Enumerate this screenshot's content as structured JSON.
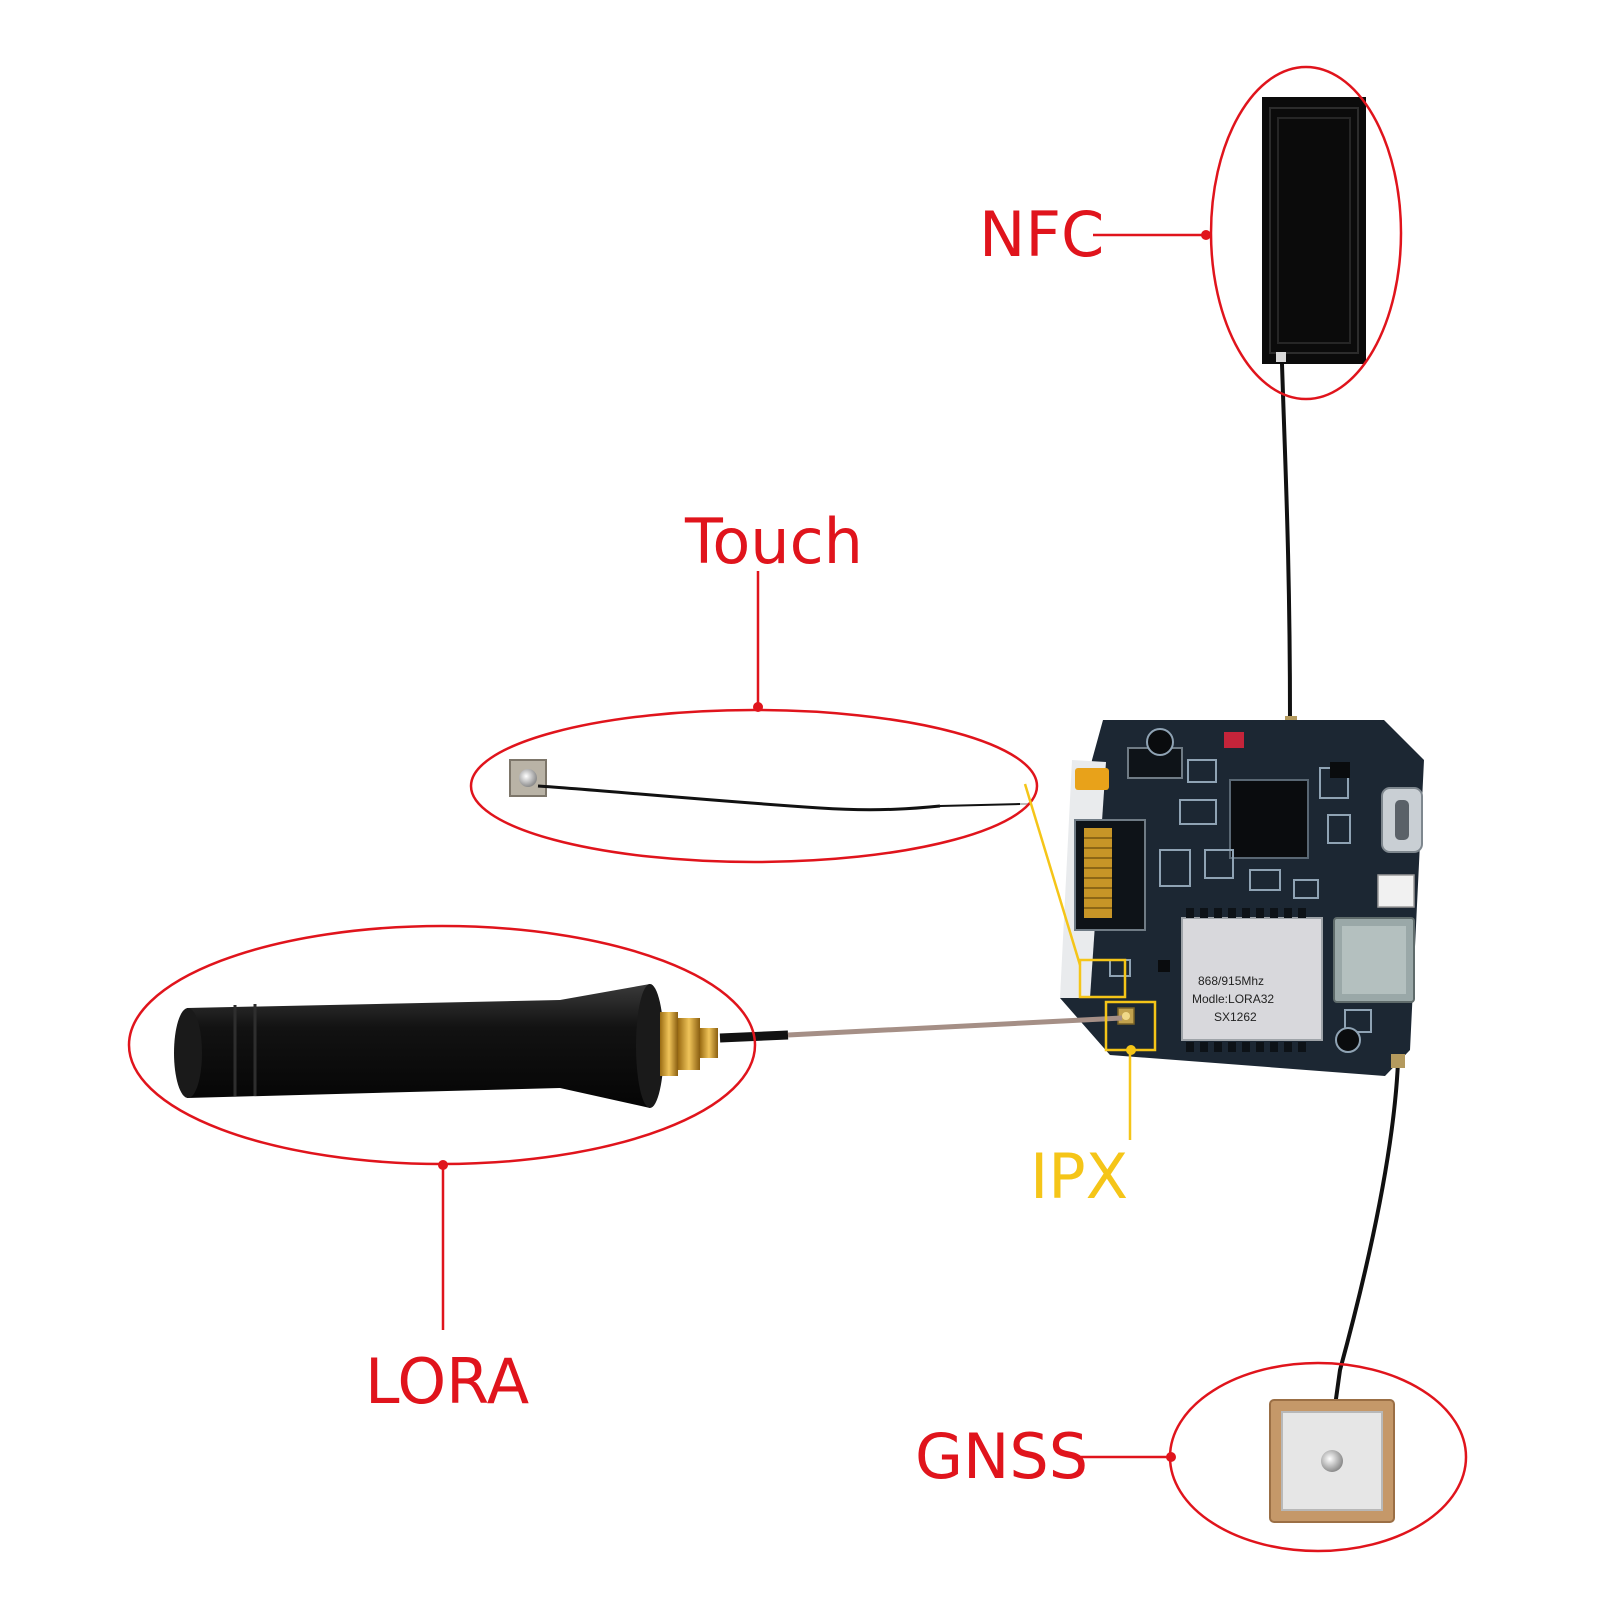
{
  "labels": {
    "nfc": "NFC",
    "touch": "Touch",
    "lora": "LORA",
    "ipx": "IPX",
    "gnss": "GNSS"
  },
  "module_text": {
    "line1": "868/915Mhz",
    "line2": "Modle:LORA32",
    "line3": "SX1262"
  },
  "colors": {
    "callout": "#e0141c",
    "ipx_callout": "#f5c518",
    "pcb": "#1c2733",
    "cable": "#111111",
    "coax": "#a58f86",
    "gold": "#d4a12a",
    "ceramic": "#c59869"
  }
}
